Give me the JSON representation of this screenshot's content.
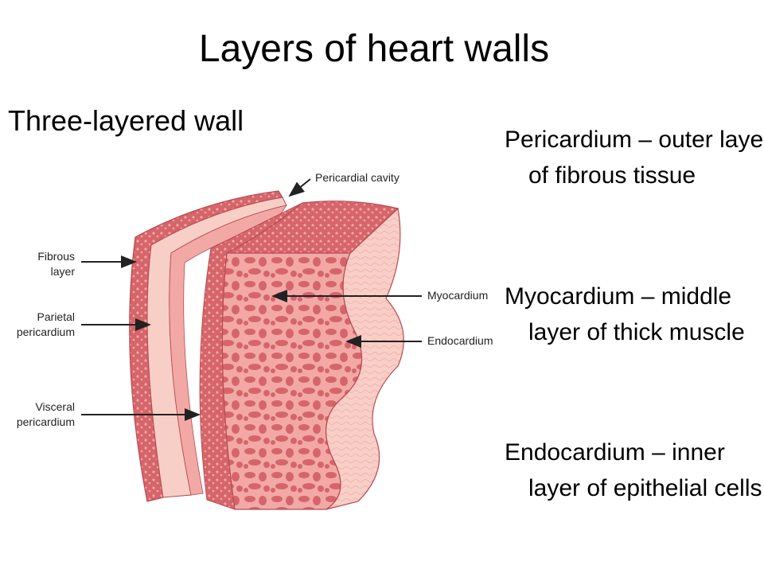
{
  "title": "Layers of heart walls",
  "subtitle": "Three-layered wall",
  "bullets": [
    {
      "term": "Pericardium",
      "sep": " – ",
      "text": "outer layer of fibrous tissue"
    },
    {
      "term": "Myocardium",
      "sep": " – ",
      "text": "middle layer of thick muscle"
    },
    {
      "term": "Endocardium",
      "sep": " – ",
      "text": "inner layer of epithelial cells"
    }
  ],
  "diagram": {
    "labels": {
      "fibrous_line1": "Fibrous",
      "fibrous_line2": "layer",
      "parietal_line1": "Parietal",
      "parietal_line2": "pericardium",
      "visceral_line1": "Visceral",
      "visceral_line2": "pericardium",
      "pericardial_cavity": "Pericardial cavity",
      "myocardium": "Myocardium",
      "endocardium": "Endocardium"
    },
    "colors": {
      "tissue_dark": "#d6656b",
      "tissue_light": "#f2a9a6",
      "tissue_pale": "#f8cfc6",
      "tissue_outline": "#b84a52",
      "arrow": "#222222"
    }
  }
}
